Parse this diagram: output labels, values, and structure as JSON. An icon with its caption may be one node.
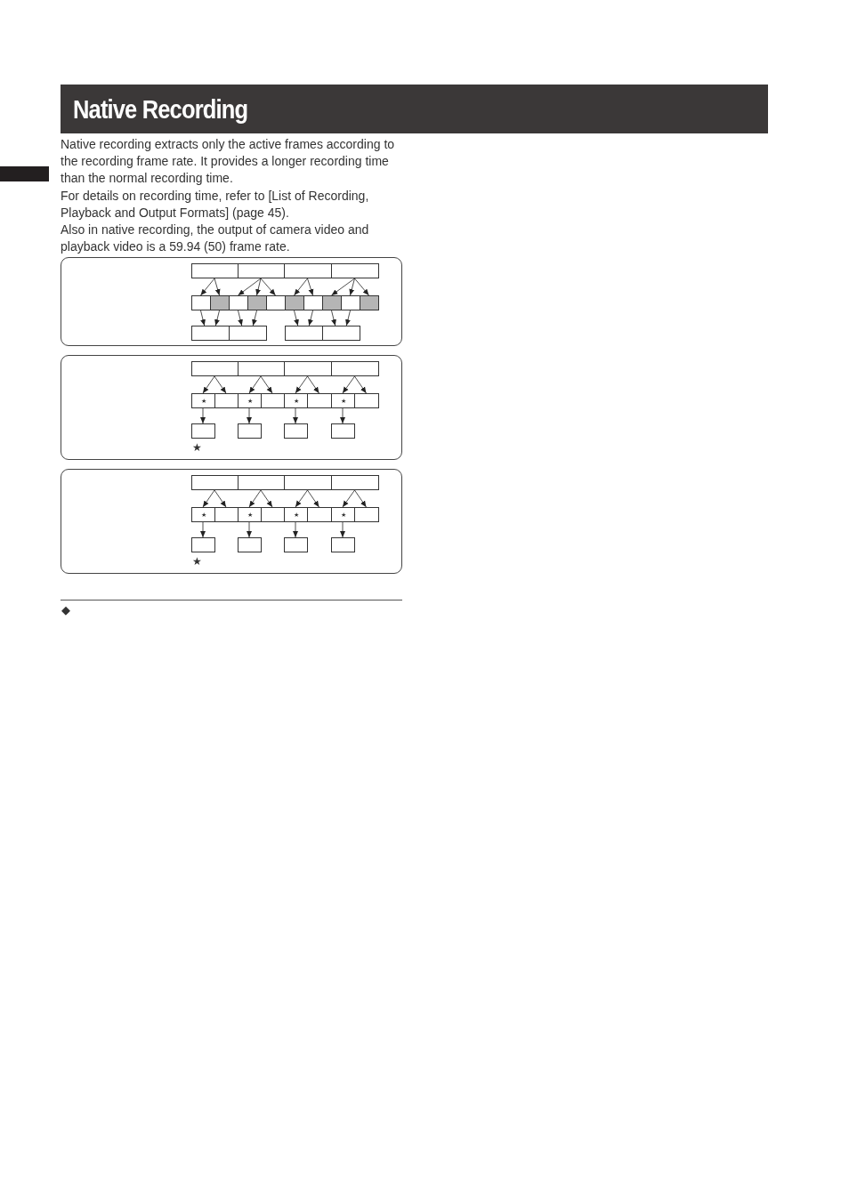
{
  "diagram": {
    "title": "Native Recording",
    "nodes": [
      {
        "text": [],
        "shape": "box"
      },
      {
        "text": [],
        "shape": "box",
        "in": 0
      },
      {
        "text": [],
        "shape": "box",
        "in": 0
      },
      {
        "text": [],
        "shape": "box",
        "in": 0
      },
      {
        "text": [],
        "shape": "box",
        "in": 0
      },
      {
        "text": [],
        "shape": "box",
        "in": 0
      },
      {
        "text": [],
        "shape": "box",
        "in": 0
      },
      {
        "text": [],
        "shape": "box",
        "in": 0
      },
      {
        "text": [],
        "shape": "box",
        "in": 0
      },
      {
        "text": [],
        "shape": "box",
        "in": 0
      },
      {
        "text": [],
        "shape": "box",
        "in": 0
      },
      {
        "text": [],
        "shape": "box",
        "in": 0
      },
      {
        "text": [],
        "shape": "box",
        "in": 0
      },
      {
        "text": [],
        "shape": "box",
        "in": 0
      },
      {
        "text": [],
        "shape": "box",
        "in": 0
      },
      {
        "text": [],
        "shape": "box",
        "in": 0
      },
      {
        "text": [],
        "shape": "box",
        "in": 0
      },
      {
        "text": [],
        "shape": "box",
        "in": 0
      },
      {
        "text": [],
        "shape": "box",
        "in": 0
      },
      {
        "text": [],
        "shape": "box"
      },
      {
        "text": [],
        "shape": "box",
        "in": 19
      },
      {
        "text": [],
        "shape": "box",
        "in": 19
      },
      {
        "text": [],
        "shape": "box",
        "in": 19
      },
      {
        "text": [],
        "shape": "box",
        "in": 19
      },
      {
        "text": [
          "★"
        ],
        "in": 19
      },
      {
        "text": [],
        "shape": "box",
        "in": 19
      },
      {
        "text": [
          "★"
        ],
        "in": 19
      },
      {
        "text": [],
        "shape": "box",
        "in": 19
      },
      {
        "text": [
          "★"
        ],
        "in": 19
      },
      {
        "text": [],
        "shape": "box",
        "in": 19
      },
      {
        "text": [
          "★"
        ],
        "in": 19
      },
      {
        "text": [],
        "shape": "box",
        "in": 19
      },
      {
        "text": [],
        "shape": "box",
        "in": 19
      },
      {
        "text": [],
        "shape": "box",
        "in": 19
      },
      {
        "text": [],
        "shape": "box",
        "in": 19
      },
      {
        "text": [],
        "shape": "box",
        "in": 19
      },
      {
        "text": [],
        "shape": "box"
      },
      {
        "text": [],
        "shape": "box",
        "in": 36
      },
      {
        "text": [],
        "shape": "box",
        "in": 36
      },
      {
        "text": [],
        "shape": "box",
        "in": 36
      },
      {
        "text": [],
        "shape": "box",
        "in": 36
      },
      {
        "text": [
          "★"
        ],
        "in": 36
      },
      {
        "text": [],
        "shape": "box",
        "in": 36
      },
      {
        "text": [
          "★"
        ],
        "in": 36
      },
      {
        "text": [],
        "shape": "box",
        "in": 36
      },
      {
        "text": [
          "★"
        ],
        "in": 36
      },
      {
        "text": [],
        "shape": "box",
        "in": 36
      },
      {
        "text": [
          "★"
        ],
        "in": 36
      },
      {
        "text": [],
        "shape": "box",
        "in": 36
      },
      {
        "text": [],
        "shape": "box",
        "in": 36
      },
      {
        "text": [],
        "shape": "box",
        "in": 36
      },
      {
        "text": [],
        "shape": "box",
        "in": 36
      },
      {
        "text": [],
        "shape": "box",
        "in": 36
      }
    ],
    "edges": [
      {
        "from": 1,
        "to": 5,
        "arrow": "to"
      },
      {
        "from": 1,
        "to": 6,
        "arrow": "to"
      },
      {
        "from": 2,
        "to": 7,
        "arrow": "to"
      },
      {
        "from": 2,
        "to": 8,
        "arrow": "to"
      },
      {
        "from": 2,
        "to": 9,
        "arrow": "to"
      },
      {
        "from": 3,
        "to": 10,
        "arrow": "to"
      },
      {
        "from": 3,
        "to": 11,
        "arrow": "to"
      },
      {
        "from": 4,
        "to": 12,
        "arrow": "to"
      },
      {
        "from": 4,
        "to": 13,
        "arrow": "to"
      },
      {
        "from": 4,
        "to": 14,
        "arrow": "to"
      },
      {
        "from": 5,
        "to": 15,
        "arrow": "to"
      },
      {
        "from": 6,
        "to": 15,
        "arrow": "to"
      },
      {
        "from": 7,
        "to": 16,
        "arrow": "to"
      },
      {
        "from": 8,
        "to": 16,
        "arrow": "to"
      },
      {
        "from": 10,
        "to": 17,
        "arrow": "to"
      },
      {
        "from": 11,
        "to": 17,
        "arrow": "to"
      },
      {
        "from": 12,
        "to": 18,
        "arrow": "to"
      },
      {
        "from": 13,
        "to": 18,
        "arrow": "to"
      },
      {
        "from": 20,
        "to": 24,
        "arrow": "to"
      },
      {
        "from": 20,
        "to": 25,
        "arrow": "to"
      },
      {
        "from": 21,
        "to": 26,
        "arrow": "to"
      },
      {
        "from": 21,
        "to": 27,
        "arrow": "to"
      },
      {
        "from": 22,
        "to": 28,
        "arrow": "to"
      },
      {
        "from": 22,
        "to": 29,
        "arrow": "to"
      },
      {
        "from": 23,
        "to": 30,
        "arrow": "to"
      },
      {
        "from": 23,
        "to": 31,
        "arrow": "to"
      },
      {
        "from": 24,
        "to": 32,
        "arrow": "to"
      },
      {
        "from": 26,
        "to": 33,
        "arrow": "to"
      },
      {
        "from": 28,
        "to": 34,
        "arrow": "to"
      },
      {
        "from": 30,
        "to": 35,
        "arrow": "to"
      },
      {
        "from": 37,
        "to": 41,
        "arrow": "to"
      },
      {
        "from": 37,
        "to": 42,
        "arrow": "to"
      },
      {
        "from": 38,
        "to": 43,
        "arrow": "to"
      },
      {
        "from": 38,
        "to": 44,
        "arrow": "to"
      },
      {
        "from": 39,
        "to": 45,
        "arrow": "to"
      },
      {
        "from": 39,
        "to": 46,
        "arrow": "to"
      },
      {
        "from": 40,
        "to": 47,
        "arrow": "to"
      },
      {
        "from": 40,
        "to": 48,
        "arrow": "to"
      },
      {
        "from": 41,
        "to": 49,
        "arrow": "to"
      },
      {
        "from": 43,
        "to": 50,
        "arrow": "to"
      },
      {
        "from": 45,
        "to": 51,
        "arrow": "to"
      },
      {
        "from": 47,
        "to": 52,
        "arrow": "to"
      }
    ],
    "labels": [
      "Native recording extracts only the active frames according to the recording frame rate. It provides a longer recording time than the normal recording time.",
      "For details on recording time, refer to [List of Recording, Playback and Output Formats] (page 45).",
      "Also in native recording, the output of camera video and playback video is a 59.94 (50) frame rate.",
      "★",
      "★",
      "◆"
    ]
  }
}
